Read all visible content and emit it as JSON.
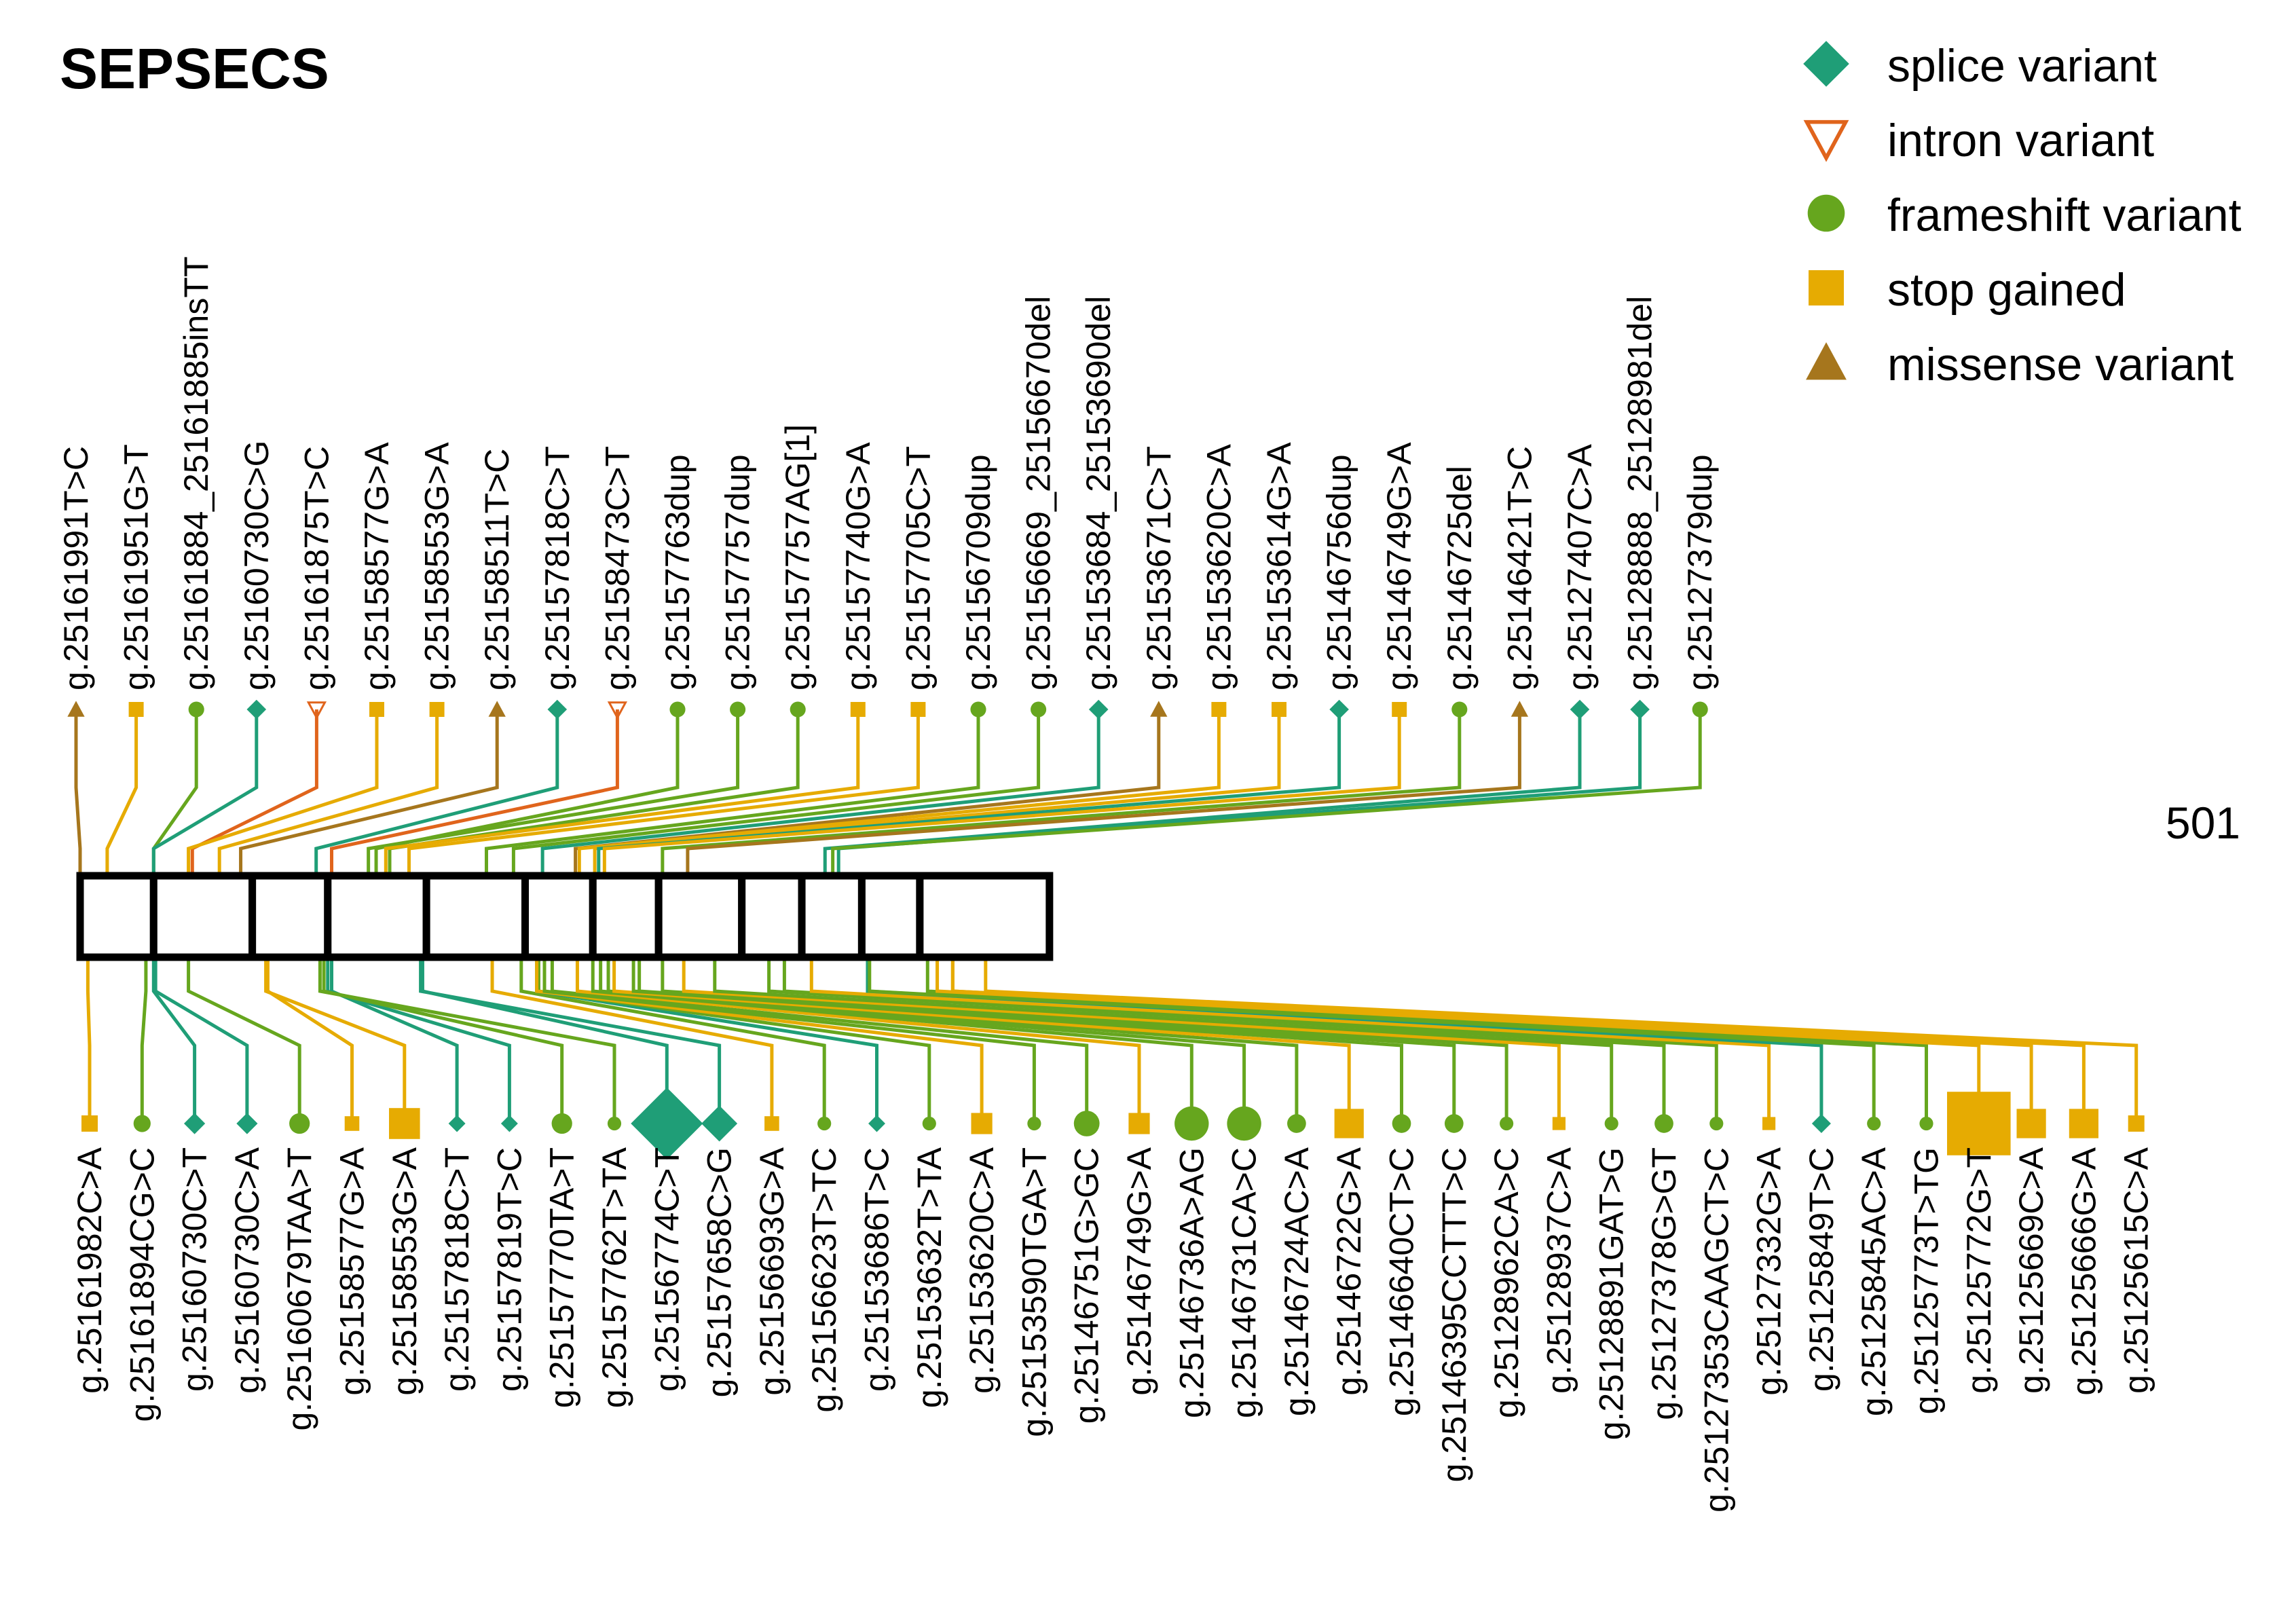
{
  "title": "SEPSECS",
  "protein_length": "501",
  "colors": {
    "splice_variant": "#1f9e77",
    "intron_variant": "#e0641c",
    "frameshift_variant": "#66a61e",
    "stop_gained": "#e6ab02",
    "missense_variant": "#a6761d",
    "box_fill": "#ffffff",
    "box_stroke": "#000000"
  },
  "legend": [
    {
      "key": "splice_variant",
      "label": "splice variant",
      "shape": "diamond-icon"
    },
    {
      "key": "intron_variant",
      "label": "intron variant",
      "shape": "open-triangle-down-icon"
    },
    {
      "key": "frameshift_variant",
      "label": "frameshift variant",
      "shape": "circle-icon"
    },
    {
      "key": "stop_gained",
      "label": "stop gained",
      "shape": "square-icon"
    },
    {
      "key": "missense_variant",
      "label": "missense variant",
      "shape": "triangle-up-icon"
    }
  ],
  "chart_data": {
    "type": "lollipop",
    "gene": "SEPSECS",
    "length": 501,
    "top_variants": [
      {
        "label": "g.25161991T>C",
        "type": "missense_variant"
      },
      {
        "label": "g.25161951G>T",
        "type": "stop_gained"
      },
      {
        "label": "g.25161884_25161885insTT",
        "type": "frameshift_variant"
      },
      {
        "label": "g.25160730C>G",
        "type": "splice_variant"
      },
      {
        "label": "g.25161875T>C",
        "type": "intron_variant"
      },
      {
        "label": "g.25158577G>A",
        "type": "stop_gained"
      },
      {
        "label": "g.25158553G>A",
        "type": "stop_gained"
      },
      {
        "label": "g.25158511T>C",
        "type": "missense_variant"
      },
      {
        "label": "g.25157818C>T",
        "type": "splice_variant"
      },
      {
        "label": "g.25158473C>T",
        "type": "intron_variant"
      },
      {
        "label": "g.25157763dup",
        "type": "frameshift_variant"
      },
      {
        "label": "g.25157757dup",
        "type": "frameshift_variant"
      },
      {
        "label": "g.25157757AG[1]",
        "type": "frameshift_variant"
      },
      {
        "label": "g.25157740G>A",
        "type": "stop_gained"
      },
      {
        "label": "g.25157705C>T",
        "type": "stop_gained"
      },
      {
        "label": "g.25156709dup",
        "type": "frameshift_variant"
      },
      {
        "label": "g.25156669_25156670del",
        "type": "frameshift_variant"
      },
      {
        "label": "g.25153684_25153690del",
        "type": "splice_variant"
      },
      {
        "label": "g.25153671C>T",
        "type": "missense_variant"
      },
      {
        "label": "g.25153620C>A",
        "type": "stop_gained"
      },
      {
        "label": "g.25153614G>A",
        "type": "stop_gained"
      },
      {
        "label": "g.25146756dup",
        "type": "splice_variant"
      },
      {
        "label": "g.25146749G>A",
        "type": "stop_gained"
      },
      {
        "label": "g.25146725del",
        "type": "frameshift_variant"
      },
      {
        "label": "g.25146421T>C",
        "type": "missense_variant"
      },
      {
        "label": "g.25127407C>A",
        "type": "splice_variant"
      },
      {
        "label": "g.25128888_25128981del",
        "type": "splice_variant"
      },
      {
        "label": "g.25127379dup",
        "type": "frameshift_variant"
      }
    ],
    "bottom_variants": [
      {
        "label": "g.25161982C>A",
        "type": "stop_gained",
        "size": 1
      },
      {
        "label": "g.25161894CG>C",
        "type": "frameshift_variant",
        "size": 1
      },
      {
        "label": "g.25160730C>T",
        "type": "splice_variant",
        "size": 1
      },
      {
        "label": "g.25160730C>A",
        "type": "splice_variant",
        "size": 1
      },
      {
        "label": "g.25160679TAA>T",
        "type": "frameshift_variant",
        "size": 1.2
      },
      {
        "label": "g.25158577G>A",
        "type": "stop_gained",
        "size": 0.9
      },
      {
        "label": "g.25158553G>A",
        "type": "stop_gained",
        "size": 1.9
      },
      {
        "label": "g.25157818C>T",
        "type": "splice_variant",
        "size": 0.8
      },
      {
        "label": "g.25157819T>C",
        "type": "splice_variant",
        "size": 0.8
      },
      {
        "label": "g.25157770TA>T",
        "type": "frameshift_variant",
        "size": 1.2
      },
      {
        "label": "g.25157762T>TA",
        "type": "frameshift_variant",
        "size": 0.8
      },
      {
        "label": "g.25156774C>T",
        "type": "splice_variant",
        "size": 3.4
      },
      {
        "label": "g.25157658C>G",
        "type": "splice_variant",
        "size": 1.7
      },
      {
        "label": "g.25156693G>A",
        "type": "stop_gained",
        "size": 0.9
      },
      {
        "label": "g.25156623T>TC",
        "type": "frameshift_variant",
        "size": 0.8
      },
      {
        "label": "g.25153686T>C",
        "type": "splice_variant",
        "size": 0.8
      },
      {
        "label": "g.25153632T>TA",
        "type": "frameshift_variant",
        "size": 0.8
      },
      {
        "label": "g.25153620C>A",
        "type": "stop_gained",
        "size": 1.3
      },
      {
        "label": "g.25153590TGA>T",
        "type": "frameshift_variant",
        "size": 0.8
      },
      {
        "label": "g.25146751G>GC",
        "type": "frameshift_variant",
        "size": 1.5
      },
      {
        "label": "g.25146749G>A",
        "type": "stop_gained",
        "size": 1.3
      },
      {
        "label": "g.25146736A>AG",
        "type": "frameshift_variant",
        "size": 2
      },
      {
        "label": "g.25146731CA>C",
        "type": "frameshift_variant",
        "size": 2
      },
      {
        "label": "g.25146724AC>A",
        "type": "frameshift_variant",
        "size": 1.1
      },
      {
        "label": "g.25146722G>A",
        "type": "stop_gained",
        "size": 1.8
      },
      {
        "label": "g.25146640CT>C",
        "type": "frameshift_variant",
        "size": 1.1
      },
      {
        "label": "g.25146395CCTTT>C",
        "type": "frameshift_variant",
        "size": 1.1
      },
      {
        "label": "g.25128962CA>C",
        "type": "frameshift_variant",
        "size": 0.8
      },
      {
        "label": "g.25128937C>A",
        "type": "stop_gained",
        "size": 0.8
      },
      {
        "label": "g.25128891GAT>G",
        "type": "frameshift_variant",
        "size": 0.8
      },
      {
        "label": "g.25127378G>GT",
        "type": "frameshift_variant",
        "size": 1.1
      },
      {
        "label": "g.25127353CAAGCT>C",
        "type": "frameshift_variant",
        "size": 0.8
      },
      {
        "label": "g.25127332G>A",
        "type": "stop_gained",
        "size": 0.8
      },
      {
        "label": "g.25125849T>C",
        "type": "splice_variant",
        "size": 0.9
      },
      {
        "label": "g.25125845AC>A",
        "type": "frameshift_variant",
        "size": 0.8
      },
      {
        "label": "g.25125773T>TG",
        "type": "frameshift_variant",
        "size": 0.8
      },
      {
        "label": "g.25125772G>T",
        "type": "stop_gained",
        "size": 3.9
      },
      {
        "label": "g.25125669C>A",
        "type": "stop_gained",
        "size": 1.8
      },
      {
        "label": "g.25125666G>A",
        "type": "stop_gained",
        "size": 1.8
      },
      {
        "label": "g.25125615C>A",
        "type": "stop_gained",
        "size": 1
      }
    ]
  }
}
